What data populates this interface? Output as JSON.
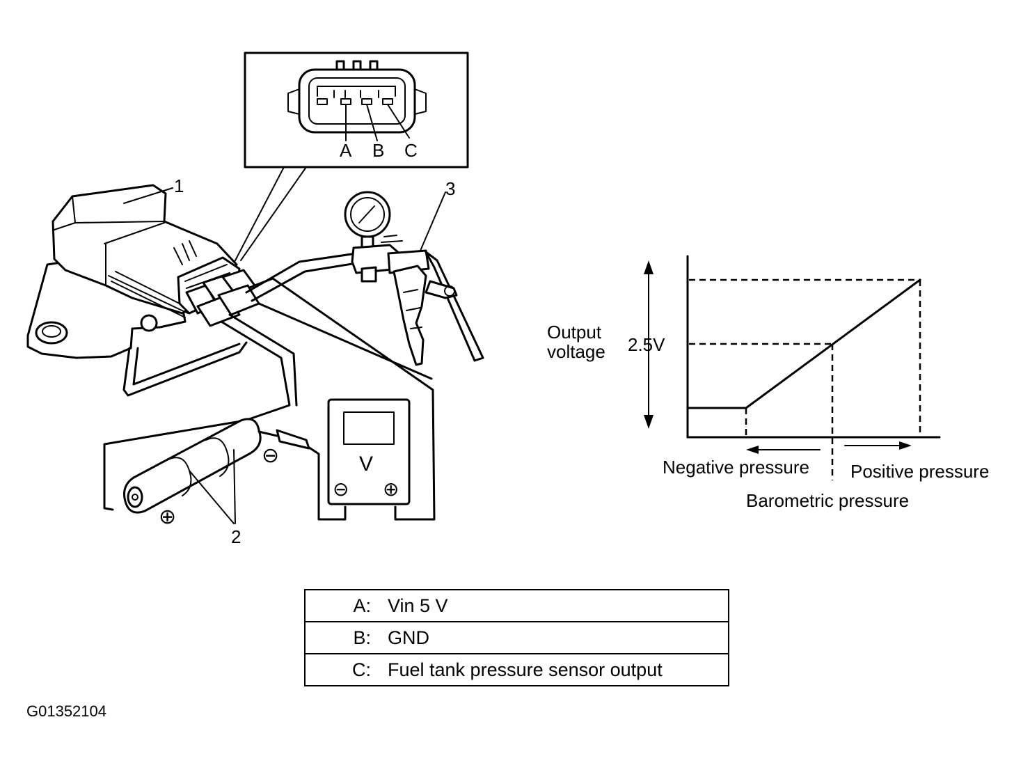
{
  "connector": {
    "pins": [
      "A",
      "B",
      "C"
    ]
  },
  "callouts": {
    "sensor": "1",
    "batteries": "2",
    "vacuum_pump": "3"
  },
  "voltmeter": {
    "unit": "V",
    "minus": "⊖",
    "plus": "⊕"
  },
  "battery_terminals": {
    "minus": "⊖",
    "plus": "⊕"
  },
  "graph": {
    "ylabel_line1": "Output",
    "ylabel_line2": "voltage",
    "voltage_mark": "2.5V",
    "negative_label": "Negative pressure",
    "positive_label": "Positive pressure",
    "barometric_label": "Barometric pressure"
  },
  "pin_table": {
    "rows": [
      {
        "pin": "A:",
        "desc": "Vin 5 V"
      },
      {
        "pin": "B:",
        "desc": "GND"
      },
      {
        "pin": "C:",
        "desc": "Fuel tank pressure sensor output"
      }
    ]
  },
  "figure_code": "G01352104"
}
